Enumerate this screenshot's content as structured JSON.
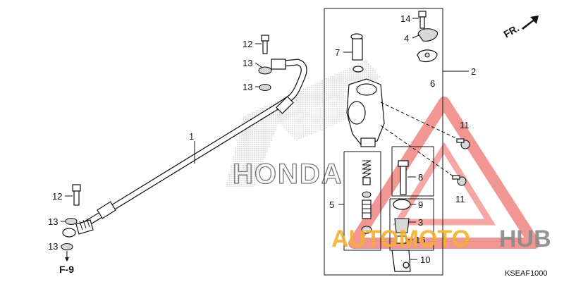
{
  "diagram": {
    "callouts": {
      "c1": "1",
      "c2": "2",
      "c3": "3",
      "c4": "4",
      "c5": "5",
      "c6": "6",
      "c7": "7",
      "c8": "8",
      "c9": "9",
      "c10": "10",
      "c11a": "11",
      "c11b": "11",
      "c12a": "12",
      "c12b": "12",
      "c13a": "13",
      "c13b": "13",
      "c13c": "13",
      "c13d": "13",
      "c14": "14",
      "c15": "15"
    },
    "reference": "F-9",
    "front_marker": "FR.",
    "diagram_code": "KSEAF1000",
    "background_logo": "HONDA"
  },
  "watermark": {
    "word_orange": "AUTOMOTO",
    "word_grey": "HUB",
    "colors": {
      "red": "#e8403a",
      "orange": "#f4b12e",
      "grey": "#8a8a8a"
    }
  }
}
